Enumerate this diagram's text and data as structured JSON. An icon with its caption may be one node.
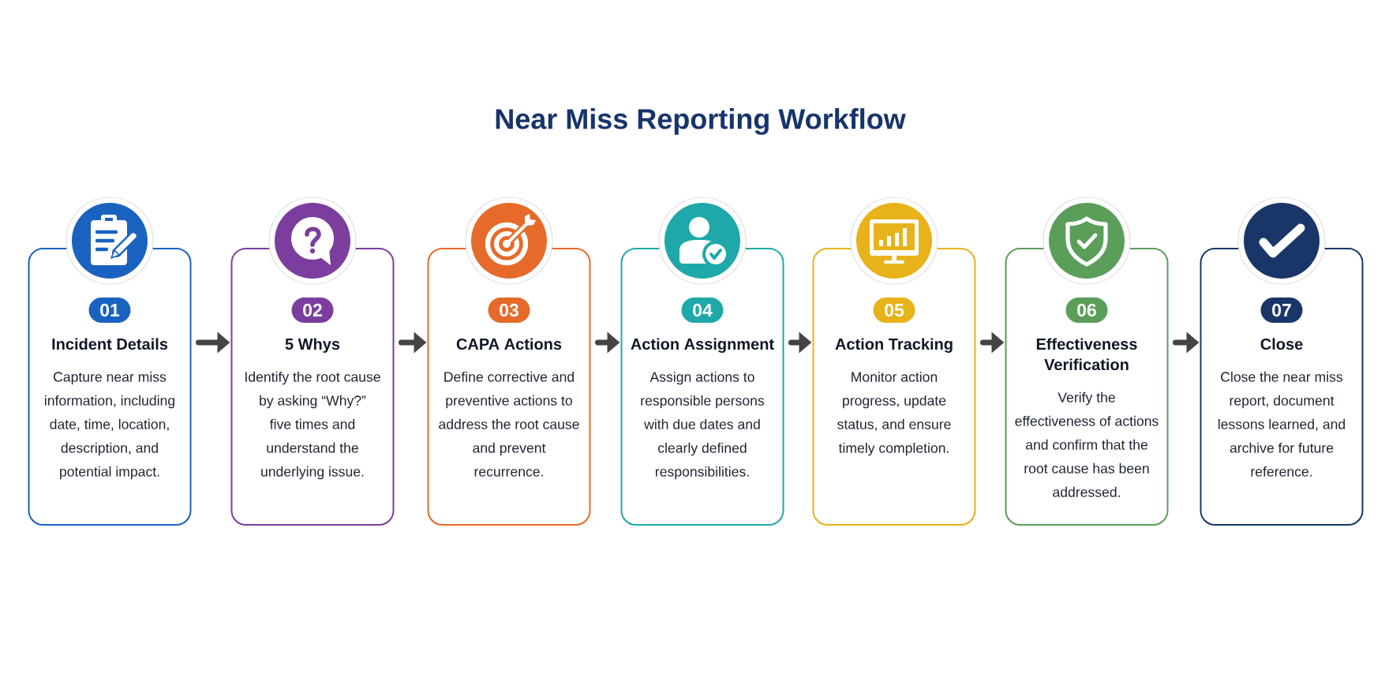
{
  "diagram": {
    "title": "Near Miss Reporting Workflow",
    "nodes": [
      {
        "text": [
          "Incident Details",
          "Capture near miss information, including date, time, location, description, and potential impact."
        ]
      },
      {
        "text": [
          "01"
        ],
        "in": 0
      },
      {
        "text": [
          "5 Whys",
          "Identify the root cause by asking “Why?” five times and understand the underlying issue."
        ]
      },
      {
        "text": [
          "02"
        ],
        "in": 2
      },
      {
        "text": [
          "CAPA Actions",
          "Define corrective and preventive actions to address the root cause and prevent recurrence."
        ]
      },
      {
        "text": [
          "03"
        ],
        "in": 4
      },
      {
        "text": [
          "Action Assignment",
          "Assign actions to responsible persons with due dates and clearly defined responsibilities."
        ]
      },
      {
        "text": [
          "04"
        ],
        "in": 6
      },
      {
        "text": [
          "Action Tracking",
          "Monitor action progress, update status, and ensure timely completion."
        ]
      },
      {
        "text": [
          "05"
        ],
        "in": 8
      },
      {
        "text": [
          "Effectiveness Verification",
          "Verify the effectiveness of actions and confirm that the root cause has been addressed."
        ]
      },
      {
        "text": [
          "06"
        ],
        "in": 10
      },
      {
        "text": [
          "Close",
          "Close the near miss report, document lessons learned, and archive for future reference."
        ]
      },
      {
        "text": [
          "07"
        ],
        "in": 12
      }
    ],
    "edges": [
      {
        "from": 0,
        "to": 2,
        "arrow": "to"
      },
      {
        "from": 2,
        "to": 4,
        "arrow": "to"
      },
      {
        "from": 4,
        "to": 6,
        "arrow": "to"
      },
      {
        "from": 6,
        "to": 8,
        "arrow": "to"
      },
      {
        "from": 8,
        "to": 10,
        "arrow": "to"
      },
      {
        "from": 10,
        "to": 12,
        "arrow": "to"
      }
    ]
  }
}
